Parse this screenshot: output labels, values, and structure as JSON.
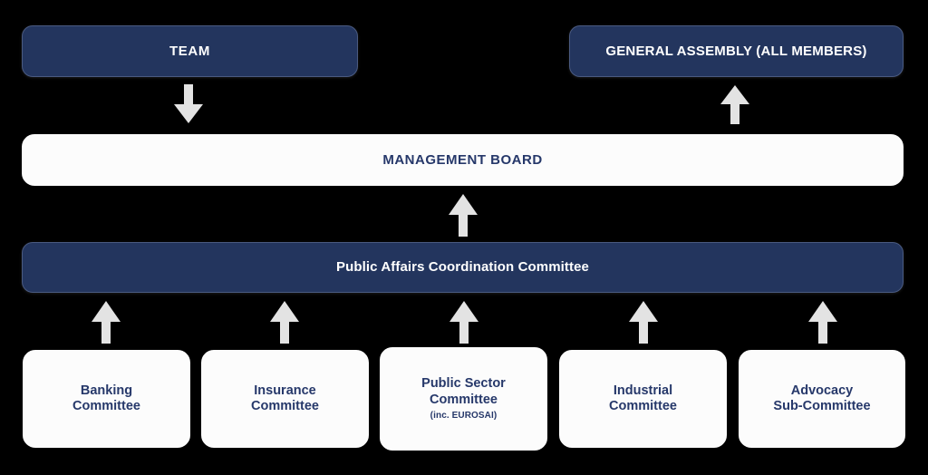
{
  "diagram": {
    "type": "organisation-chart",
    "background_color": "#000000",
    "navy_color": "#23355e",
    "box_color": "#fcfcfc",
    "navy_text_color": "#26386a",
    "arrow_color": "#e3e3e3"
  },
  "top_row": {
    "team": {
      "label": "TEAM"
    },
    "general_assembly": {
      "label": "GENERAL ASSEMBLY (ALL MEMBERS)"
    }
  },
  "management_board": {
    "label": "MANAGEMENT BOARD"
  },
  "public_affairs": {
    "label": "Public Affairs Coordination Committee"
  },
  "committees": [
    {
      "line1": "Banking",
      "line2": "Committee",
      "sub": ""
    },
    {
      "line1": "Insurance",
      "line2": "Committee",
      "sub": ""
    },
    {
      "line1": "Public Sector",
      "line2": "Committee",
      "sub": "(inc. EUROSAI)"
    },
    {
      "line1": "Industrial",
      "line2": "Committee",
      "sub": ""
    },
    {
      "line1": "Advocacy",
      "line2": "Sub-Committee",
      "sub": ""
    }
  ],
  "arrows": {
    "team_to_board": {
      "direction": "down"
    },
    "assembly_to_board": {
      "direction": "up"
    },
    "pac_to_board": {
      "direction": "up"
    },
    "committee_to_pac": {
      "direction": "up"
    }
  }
}
